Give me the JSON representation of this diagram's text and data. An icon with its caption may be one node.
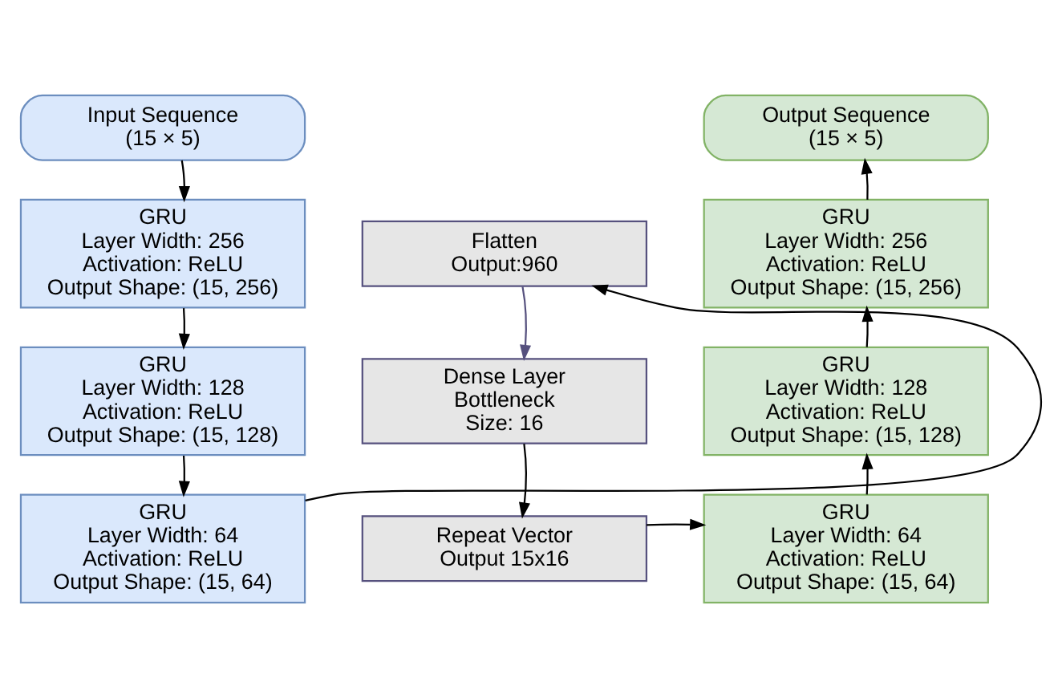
{
  "diagram": {
    "nodes": [
      {
        "text": [
          "Input Sequence",
          "(15 × 5)"
        ]
      },
      {
        "text": [
          "GRU",
          "Layer Width: 256",
          "Activation: ReLU",
          "Output Shape: (15, 256)"
        ]
      },
      {
        "text": [
          "GRU",
          "Layer Width: 128",
          "Activation: ReLU",
          "Output Shape: (15, 128)"
        ]
      },
      {
        "text": [
          "GRU",
          "Layer Width: 64",
          "Activation: ReLU",
          "Output Shape: (15, 64)"
        ]
      },
      {
        "text": [
          "Flatten",
          "Output:960"
        ]
      },
      {
        "text": [
          "Dense Layer",
          "Bottleneck",
          "Size: 16"
        ]
      },
      {
        "text": [
          "Repeat Vector",
          "Output 15x16"
        ]
      },
      {
        "text": [
          "Output Sequence",
          "(15 × 5)"
        ]
      },
      {
        "text": [
          "GRU",
          "Layer Width: 256",
          "Activation: ReLU",
          "Output Shape: (15, 256)"
        ]
      },
      {
        "text": [
          "GRU",
          "Layer Width: 128",
          "Activation: ReLU",
          "Output Shape: (15, 128)"
        ]
      },
      {
        "text": [
          "GRU",
          "Layer Width: 64",
          "Activation: ReLU",
          "Output Shape: (15, 64)"
        ]
      }
    ],
    "edges": [
      {
        "from": 0,
        "to": 1,
        "arrow": "to"
      },
      {
        "from": 1,
        "to": 2,
        "arrow": "to"
      },
      {
        "from": 2,
        "to": 3,
        "arrow": "to"
      },
      {
        "from": 3,
        "to": 4,
        "arrow": "to"
      },
      {
        "from": 4,
        "to": 5,
        "arrow": "to",
        "color": "#56517e"
      },
      {
        "from": 5,
        "to": 6,
        "arrow": "to"
      },
      {
        "from": 6,
        "to": 10,
        "arrow": "to"
      },
      {
        "from": 10,
        "to": 9,
        "arrow": "to"
      },
      {
        "from": 9,
        "to": 8,
        "arrow": "to"
      },
      {
        "from": 8,
        "to": 7,
        "arrow": "to"
      }
    ]
  }
}
